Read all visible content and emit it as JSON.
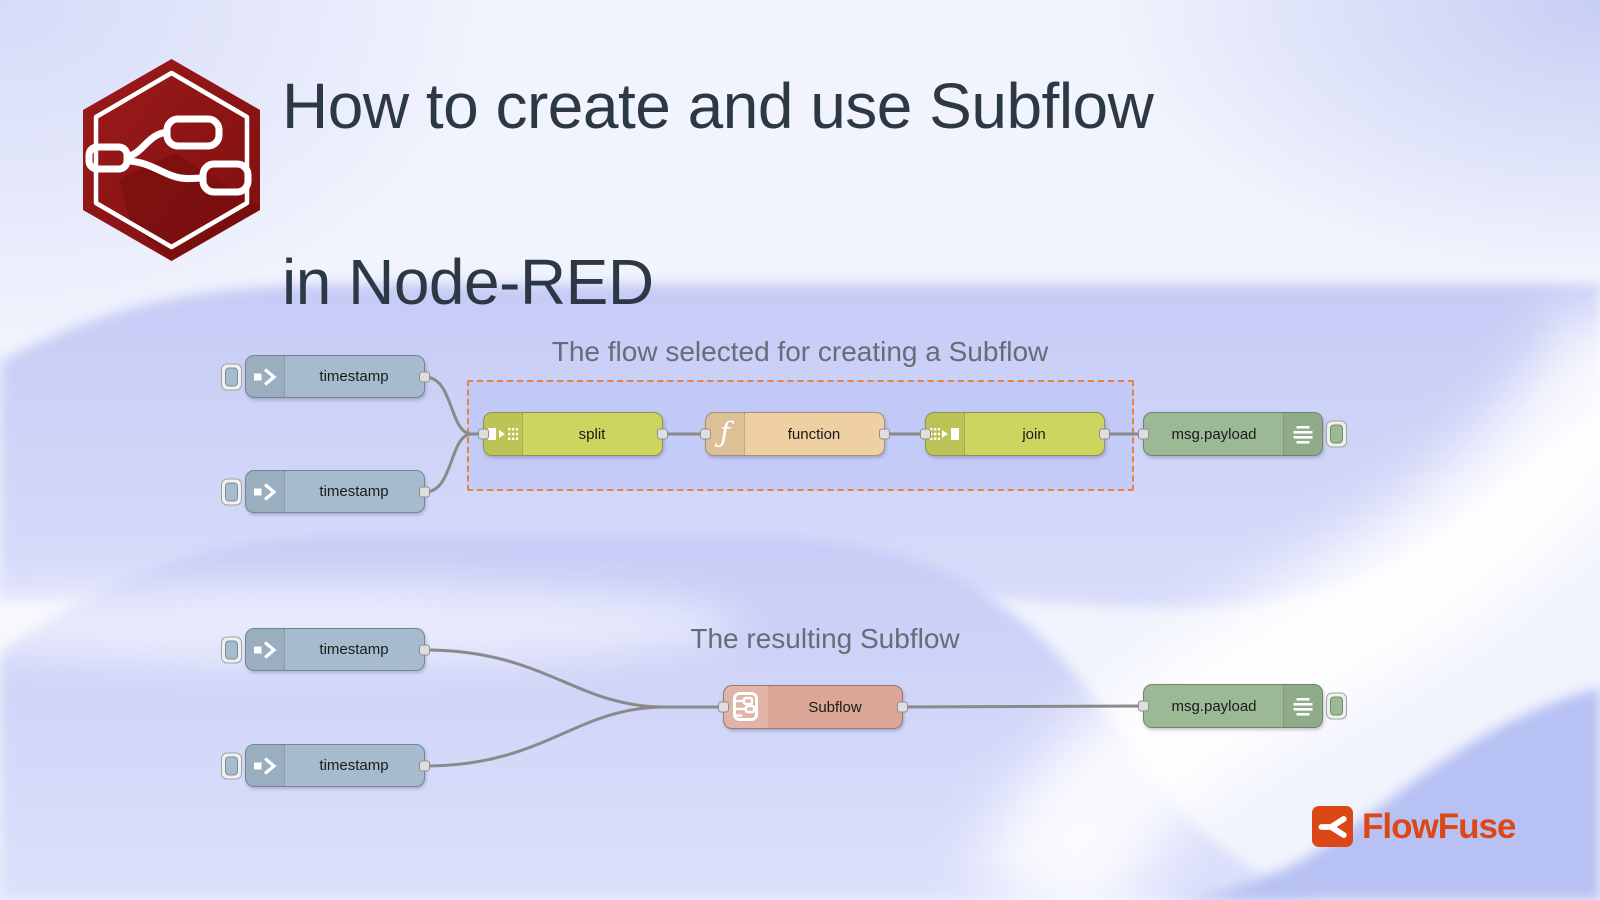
{
  "title": {
    "line1": "How to create and use Subflow",
    "line2": "in Node-RED"
  },
  "captions": {
    "selected_flow": "The flow selected for creating a Subflow",
    "resulting_flow": "The resulting Subflow"
  },
  "nodes": {
    "t1": {
      "label": "timestamp",
      "type": "inject"
    },
    "t2": {
      "label": "timestamp",
      "type": "inject"
    },
    "split": {
      "label": "split",
      "type": "split"
    },
    "function": {
      "label": "function",
      "type": "function"
    },
    "join": {
      "label": "join",
      "type": "join"
    },
    "debug1": {
      "label": "msg.payload",
      "type": "debug"
    },
    "t3": {
      "label": "timestamp",
      "type": "inject"
    },
    "t4": {
      "label": "timestamp",
      "type": "inject"
    },
    "subflow": {
      "label": "Subflow",
      "type": "subflow"
    },
    "debug2": {
      "label": "msg.payload",
      "type": "debug"
    }
  },
  "icons": {
    "function_glyph": "ƒ",
    "inject": "arrow-right-icon",
    "split": "split-icon",
    "join": "join-icon",
    "debug": "list-lines-icon",
    "subflow": "subflow-box-icon",
    "node_red": "node-red-hexagon-logo",
    "flowfuse": "flowfuse-fork-icon"
  },
  "branding": {
    "flowfuse_text": "FlowFuse"
  },
  "colors": {
    "inject": "#a6bcce",
    "split_join": "#cdd45f",
    "function": "#eed0a3",
    "debug": "#9cb995",
    "subflow": "#dba695",
    "selection_border": "#e8823d",
    "wire": "#8a8a8a",
    "node_red_hex": "#8d1414",
    "flowfuse_accent": "#dc4715",
    "title_text": "#2d3845",
    "caption_text": "#646d79"
  }
}
